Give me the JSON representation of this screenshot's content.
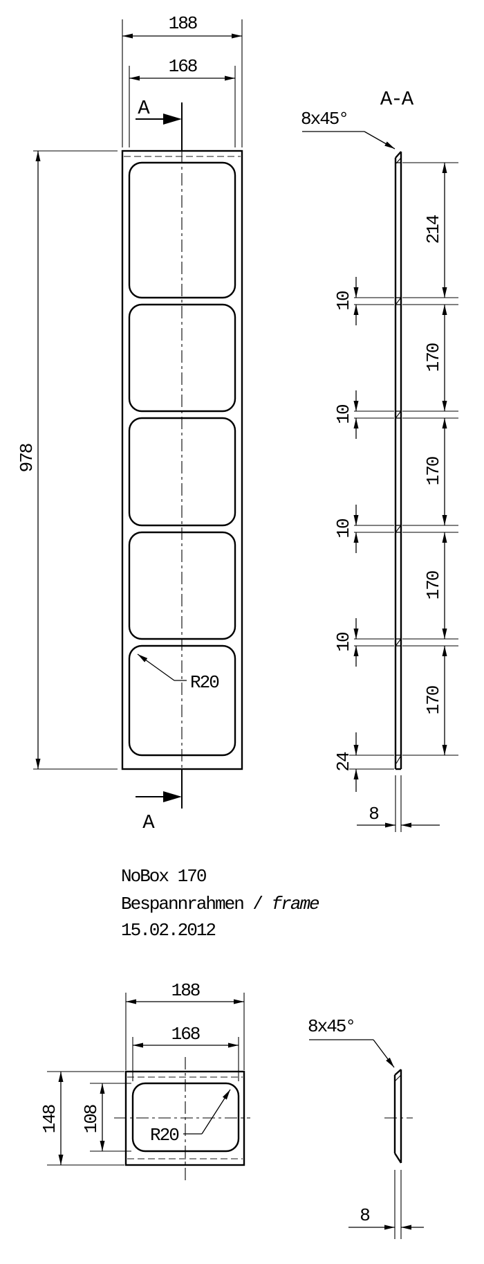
{
  "drawing": {
    "front_view": {
      "outer_width": "188",
      "inner_width": "168",
      "height": "978",
      "corner_radius": "R20"
    },
    "section_marker": "A",
    "section_view": {
      "label": "A-A",
      "chamfer_note": "8x45°",
      "top_field": "214",
      "web_thickness": "10",
      "field": "170",
      "bottom_field": "24",
      "material_thickness": "8"
    },
    "title_block": {
      "product": "NoBox 170",
      "description": "Bespannrahmen / ",
      "description_alt": "frame",
      "date": "15.02.2012"
    },
    "detail_front": {
      "outer_width": "188",
      "inner_width": "168",
      "outer_height": "148",
      "inner_height": "108",
      "corner_radius": "R20"
    },
    "detail_side": {
      "chamfer_note": "8x45°",
      "material_thickness": "8"
    }
  }
}
